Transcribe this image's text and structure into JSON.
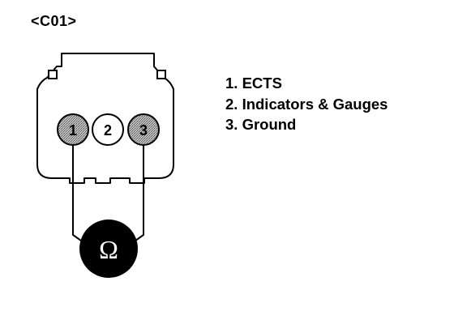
{
  "connector_label": "<C01>",
  "pins": [
    {
      "number": "1",
      "shaded": true
    },
    {
      "number": "2",
      "shaded": false
    },
    {
      "number": "3",
      "shaded": true
    }
  ],
  "meter_symbol": "Ω",
  "legend": [
    "1. ECTS",
    "2. Indicators & Gauges",
    "3. Ground"
  ],
  "colors": {
    "line": "#000000",
    "pin_shade": "#a8a8a8",
    "meter_fill": "#000000",
    "meter_text": "#ffffff"
  }
}
